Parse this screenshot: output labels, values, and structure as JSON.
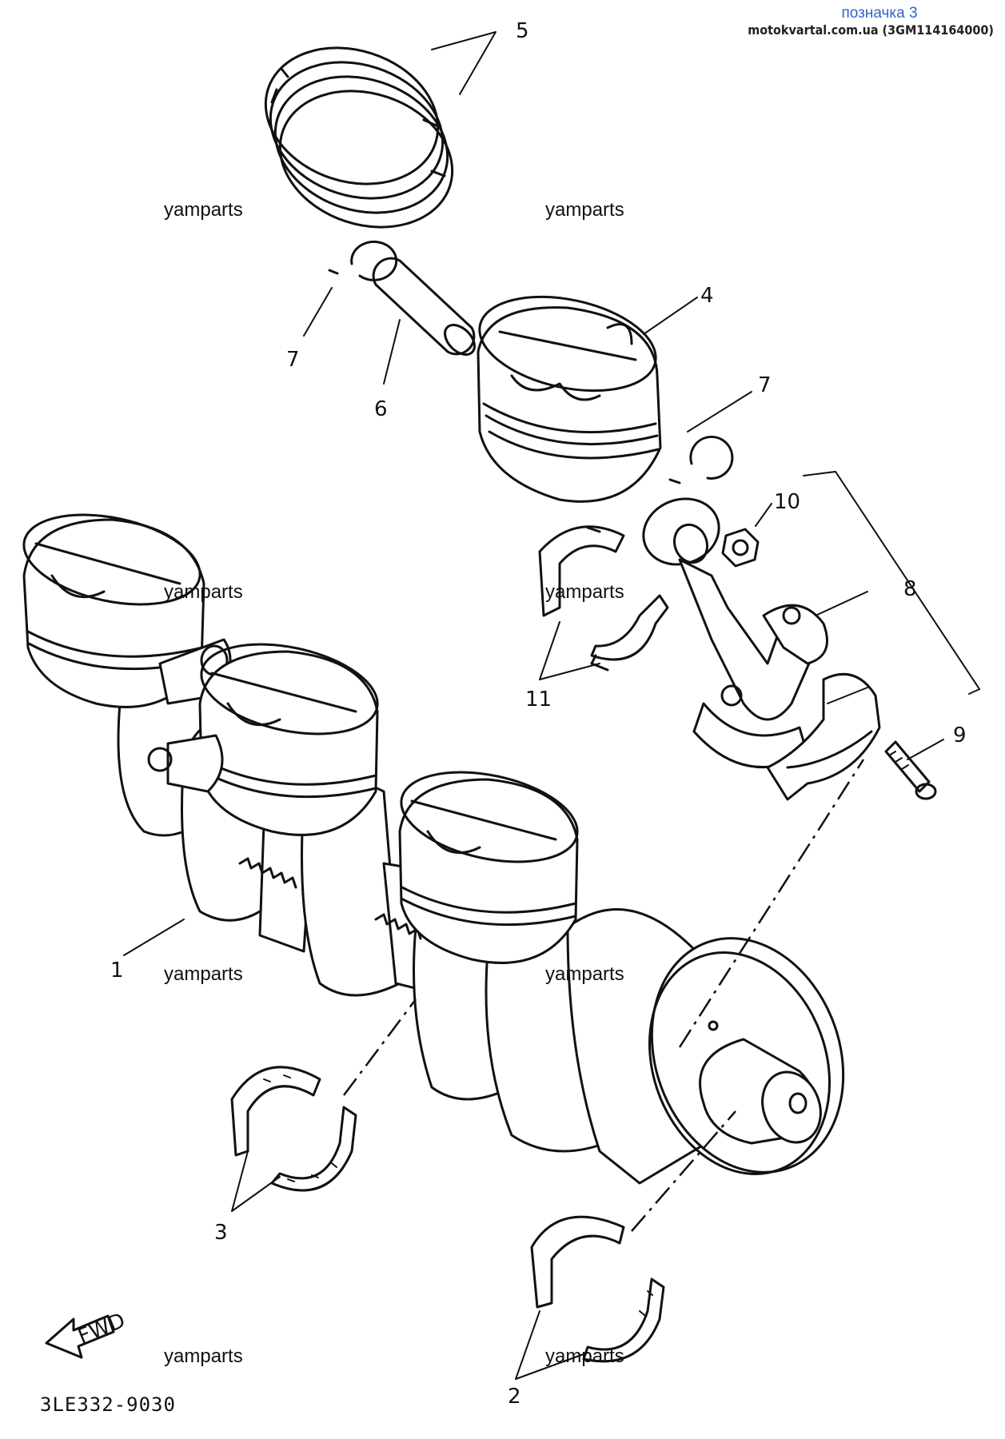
{
  "header": {
    "link_text": "позначка 3",
    "source_text": "motokvartal.com.ua (3GM114164000)"
  },
  "watermarks": [
    "yamparts",
    "yamparts",
    "yamparts",
    "yamparts",
    "yamparts",
    "yamparts",
    "yamparts",
    "yamparts"
  ],
  "callouts": [
    "1",
    "2",
    "3",
    "4",
    "5",
    "6",
    "7",
    "7",
    "8",
    "9",
    "10",
    "11"
  ],
  "fwd_label": "FWD",
  "diagram_code": "3LE332-9030",
  "colors": {
    "ink": "#111111",
    "link": "#2f64c8",
    "background": "#ffffff"
  }
}
